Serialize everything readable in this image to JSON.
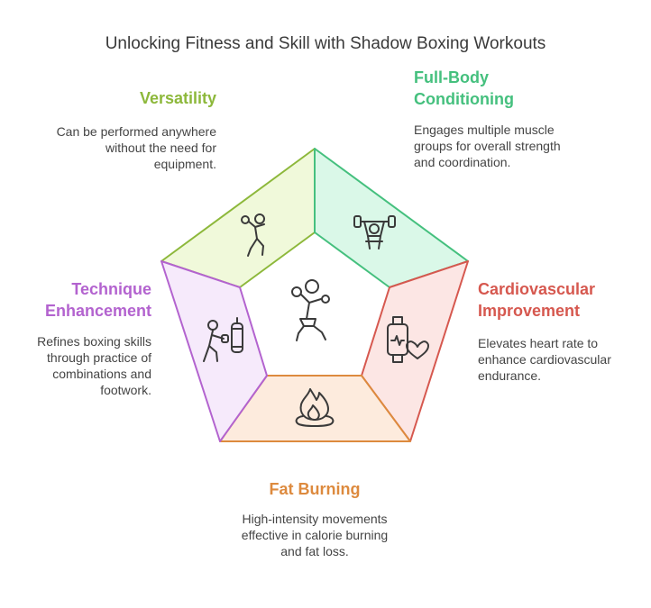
{
  "title": "Unlocking Fitness and Skill with Shadow Boxing Workouts",
  "segments": [
    {
      "id": "versatility",
      "label": "Versatility",
      "description": "Can be performed anywhere without the need for equipment.",
      "color": "#8DB83B",
      "fill": "#F0F9DA",
      "icon": "boxer-icon"
    },
    {
      "id": "full-body",
      "label": "Full-Body Conditioning",
      "label_lines": [
        "Full-Body",
        "Conditioning"
      ],
      "description": "Engages multiple muscle groups for overall strength and coordination.",
      "color": "#45C07E",
      "fill": "#DAF8E8",
      "icon": "weightlifter-icon"
    },
    {
      "id": "cardio",
      "label": "Cardiovascular Improvement",
      "label_lines": [
        "Cardiovascular",
        "Improvement"
      ],
      "description": "Elevates heart rate to enhance cardiovascular endurance.",
      "color": "#D6584F",
      "fill": "#FCE6E4",
      "icon": "smartwatch-heart-icon"
    },
    {
      "id": "fat-burning",
      "label": "Fat Burning",
      "description": "High-intensity movements effective in calorie burning and fat loss.",
      "color": "#DD8A3E",
      "fill": "#FDEBDD",
      "icon": "flame-icon"
    },
    {
      "id": "technique",
      "label": "Technique Enhancement",
      "label_lines": [
        "Technique",
        "Enhancement"
      ],
      "description": "Refines boxing skills through practice of combinations and footwork.",
      "color": "#B363CF",
      "fill": "#F6EAFB",
      "icon": "punching-bag-icon"
    }
  ],
  "center_icon": "shadow-boxer-icon"
}
